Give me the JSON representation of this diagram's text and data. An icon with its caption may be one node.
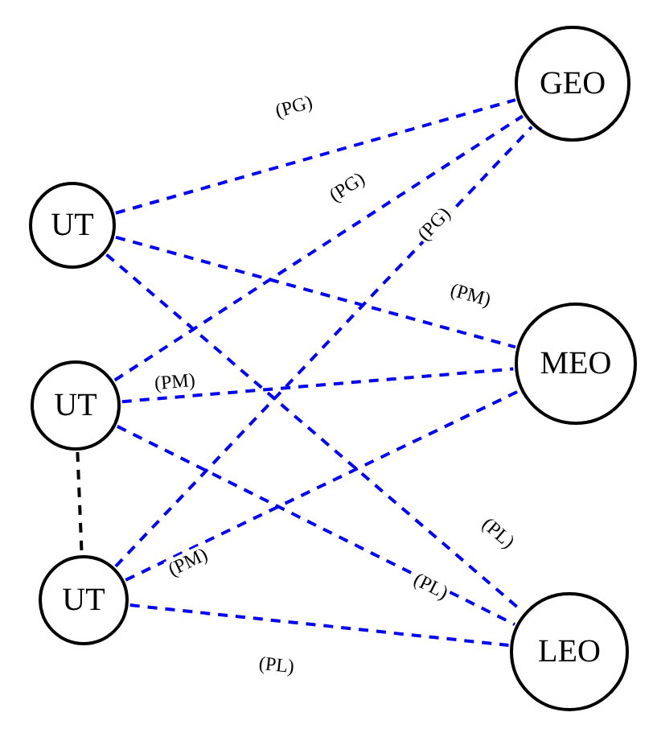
{
  "diagram": {
    "nodes": [
      {
        "text": [
          "UT"
        ]
      },
      {
        "text": [
          "UT"
        ]
      },
      {
        "text": [
          "UT"
        ]
      },
      {
        "text": [
          "GEO"
        ]
      },
      {
        "text": [
          "MEO"
        ]
      },
      {
        "text": [
          "LEO"
        ]
      }
    ],
    "edges": [
      {
        "from": 0,
        "to": 3,
        "arrow": "none",
        "style": "dashed",
        "label": "(PG)"
      },
      {
        "from": 0,
        "to": 4,
        "arrow": "none",
        "style": "dashed",
        "label": "(PM)"
      },
      {
        "from": 0,
        "to": 5,
        "arrow": "none",
        "style": "dashed",
        "label": "(PL)"
      },
      {
        "from": 1,
        "to": 3,
        "arrow": "none",
        "style": "dashed",
        "label": "(PG)"
      },
      {
        "from": 1,
        "to": 4,
        "arrow": "none",
        "style": "dashed",
        "label": "(PM)"
      },
      {
        "from": 1,
        "to": 5,
        "arrow": "none",
        "style": "dashed",
        "label": "(PL)"
      },
      {
        "from": 2,
        "to": 3,
        "arrow": "none",
        "style": "dashed",
        "label": "(PG)"
      },
      {
        "from": 2,
        "to": 4,
        "arrow": "none",
        "style": "dashed",
        "label": "(PM)"
      },
      {
        "from": 2,
        "to": 5,
        "arrow": "none",
        "style": "dashed",
        "label": "(PL)"
      },
      {
        "from": 1,
        "to": 2,
        "arrow": "none",
        "style": "dashed",
        "color": "#000000"
      }
    ]
  }
}
